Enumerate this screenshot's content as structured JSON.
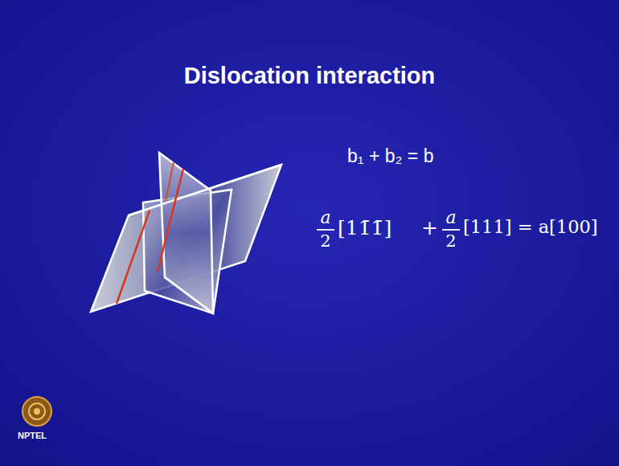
{
  "diagram": {
    "title": "Dislocation interaction",
    "labels": [
      "b₁ + b₂ = b",
      "a",
      "2",
      "[11̄1̄]",
      "+",
      "a",
      "2",
      "[111] = a[100]",
      "NPTEL"
    ]
  }
}
